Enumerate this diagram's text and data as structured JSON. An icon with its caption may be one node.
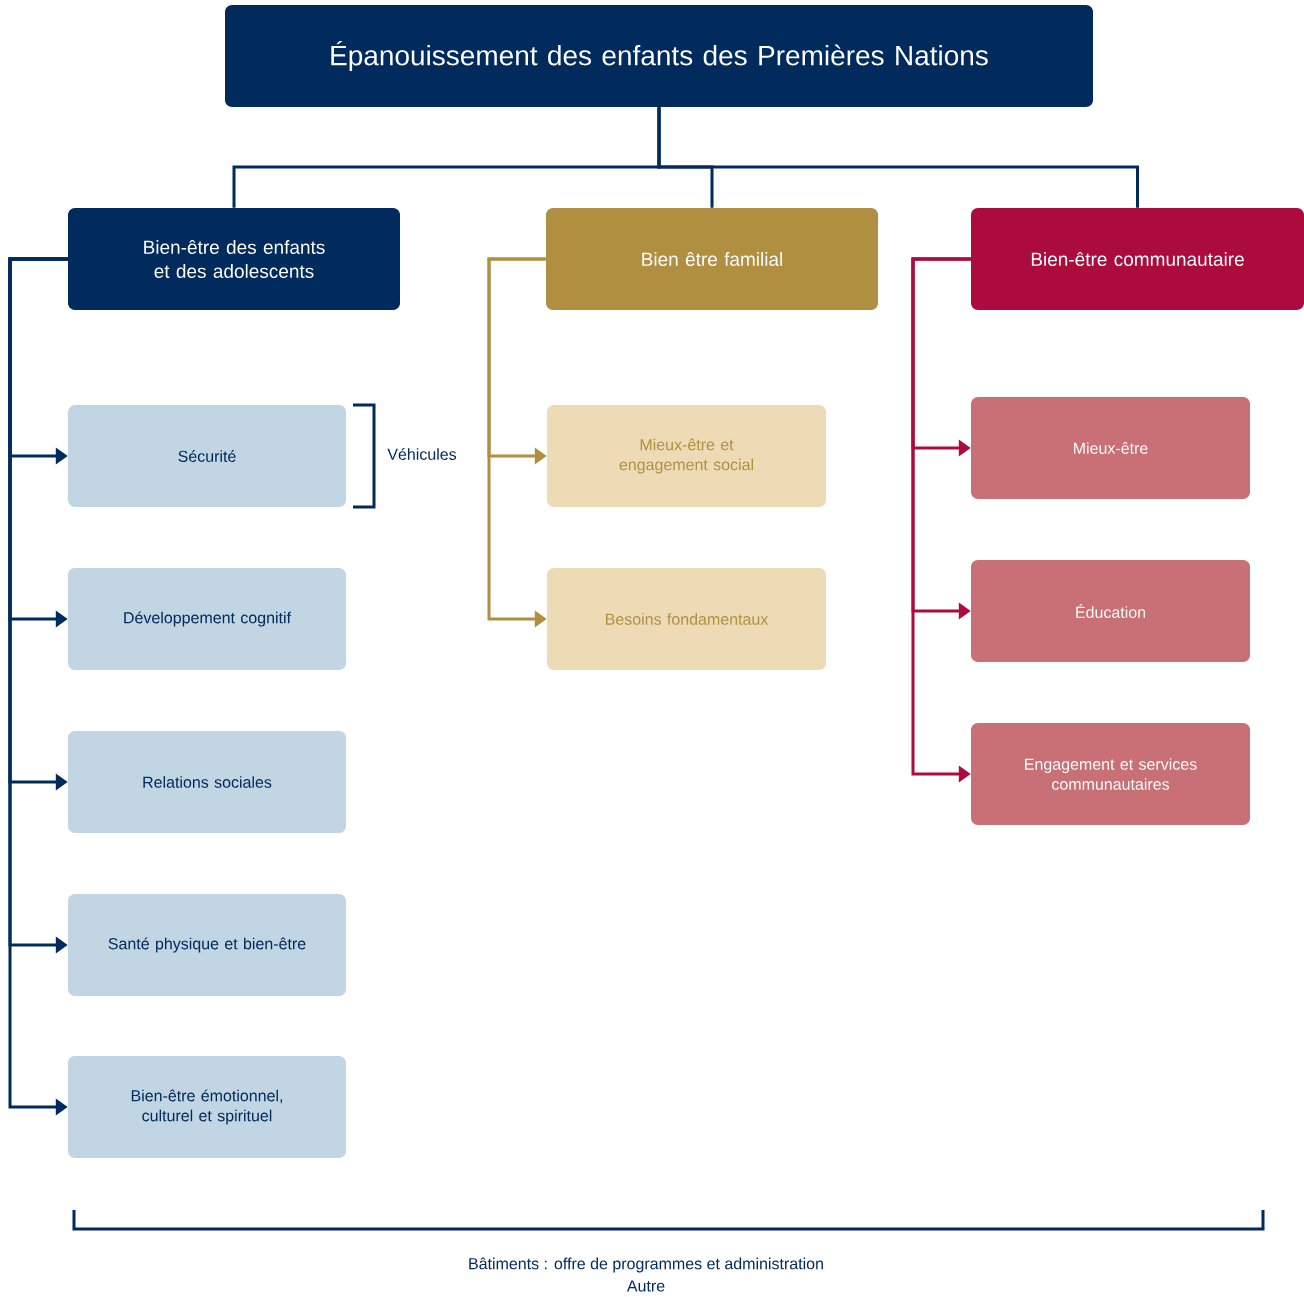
{
  "diagram": {
    "nodes": [
      {
        "text": [
          "Épanouissement des enfants des Premières Nations"
        ]
      },
      {
        "text": [
          "Bien-être des enfants et des adolescents"
        ]
      },
      {
        "text": [
          "Bien être familial"
        ]
      },
      {
        "text": [
          "Bien-être communautaire"
        ]
      },
      {
        "text": [
          "Sécurité"
        ]
      },
      {
        "text": [
          "Développement cognitif"
        ]
      },
      {
        "text": [
          "Relations sociales"
        ]
      },
      {
        "text": [
          "Santé physique et bien-être"
        ]
      },
      {
        "text": [
          "Bien-être émotionnel, culturel et spirituel"
        ]
      },
      {
        "text": [
          "Mieux-être et engagement social"
        ]
      },
      {
        "text": [
          "Besoins fondamentaux"
        ]
      },
      {
        "text": [
          "Mieux-être"
        ]
      },
      {
        "text": [
          "Éducation"
        ]
      },
      {
        "text": [
          "Engagement et services communautaires"
        ]
      }
    ],
    "edges": [
      {
        "from": 0,
        "to": 1,
        "arrow": "none"
      },
      {
        "from": 0,
        "to": 2,
        "arrow": "none"
      },
      {
        "from": 0,
        "to": 3,
        "arrow": "none"
      },
      {
        "from": 1,
        "to": 4,
        "arrow": "to"
      },
      {
        "from": 1,
        "to": 5,
        "arrow": "to"
      },
      {
        "from": 1,
        "to": 6,
        "arrow": "to"
      },
      {
        "from": 1,
        "to": 7,
        "arrow": "to"
      },
      {
        "from": 1,
        "to": 8,
        "arrow": "to"
      },
      {
        "from": 2,
        "to": 9,
        "arrow": "to",
        "color": "#b08f41"
      },
      {
        "from": 2,
        "to": 10,
        "arrow": "to",
        "color": "#b08f41"
      },
      {
        "from": 3,
        "to": 11,
        "arrow": "to",
        "color": "#ab0c3d"
      },
      {
        "from": 3,
        "to": 12,
        "arrow": "to",
        "color": "#ab0c3d"
      },
      {
        "from": 3,
        "to": 13,
        "arrow": "to",
        "color": "#ab0c3d"
      }
    ],
    "labels": [
      "Véhicules",
      "Bâtiments : offre de programmes et administration",
      "Autre"
    ]
  }
}
